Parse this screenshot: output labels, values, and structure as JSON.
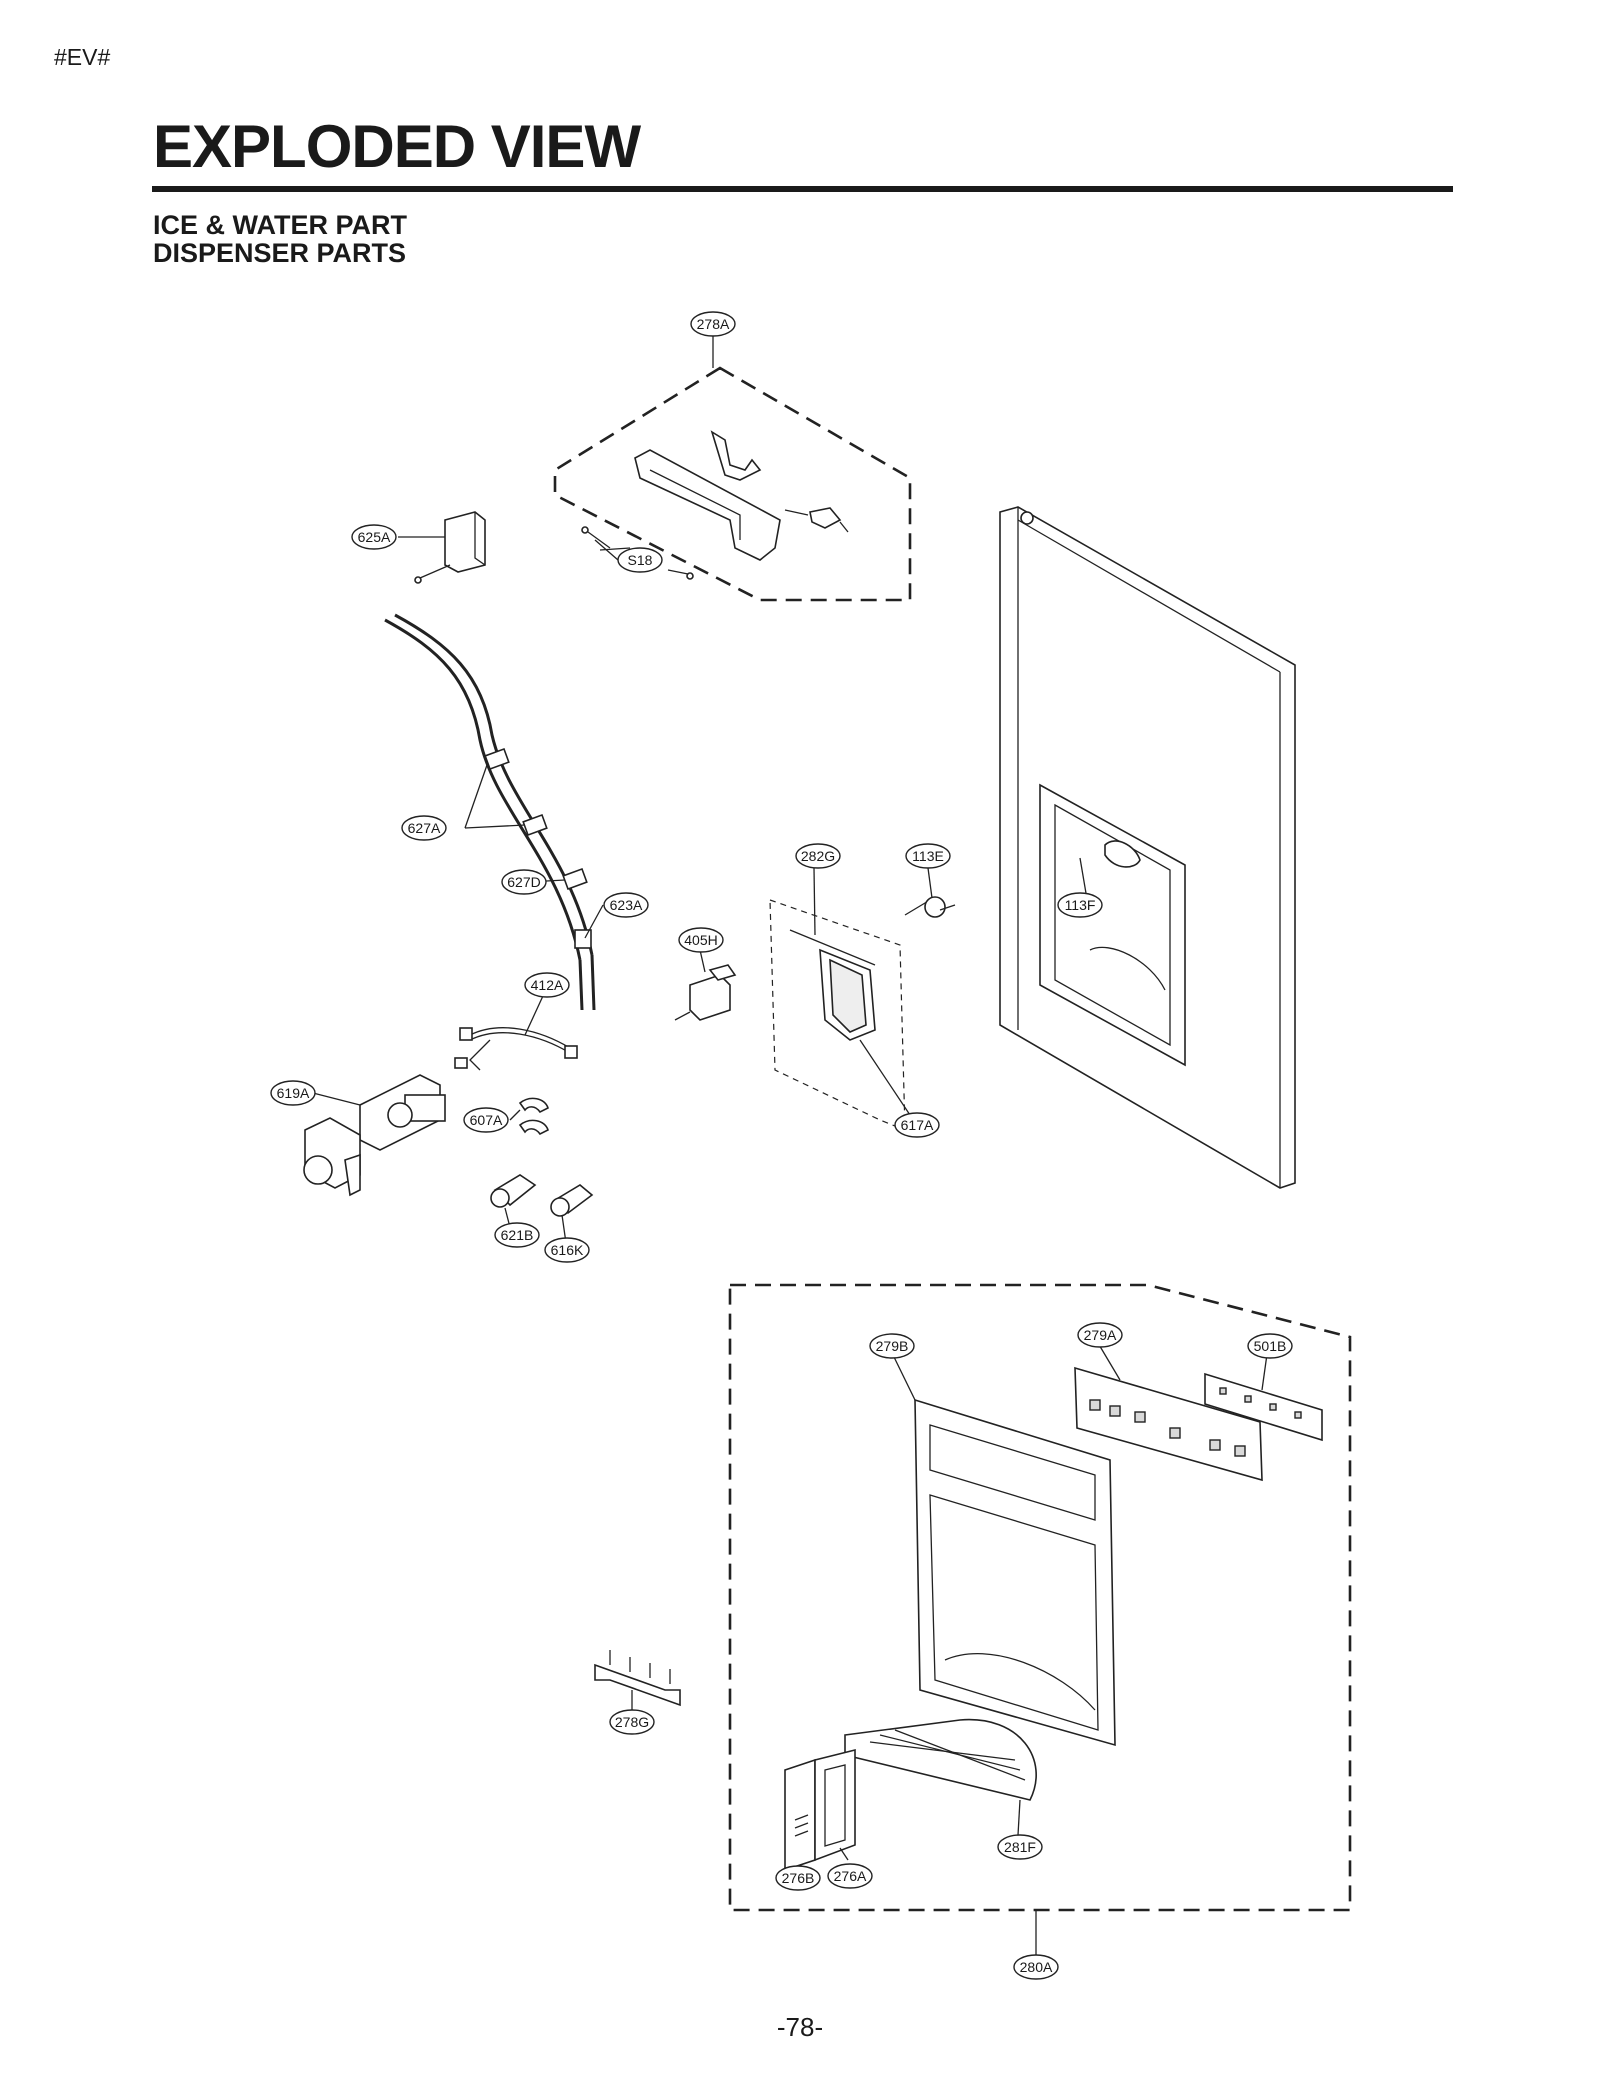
{
  "header": {
    "doc_id": "#EV#",
    "title": "EXPLODED VIEW",
    "subtitle_line1": "ICE & WATER PART",
    "subtitle_line2": "DISPENSER PARTS"
  },
  "callouts": [
    {
      "id": "278A",
      "label": "278A"
    },
    {
      "id": "625A",
      "label": "625A"
    },
    {
      "id": "S18",
      "label": "S18"
    },
    {
      "id": "627A",
      "label": "627A"
    },
    {
      "id": "627D",
      "label": "627D"
    },
    {
      "id": "623A",
      "label": "623A"
    },
    {
      "id": "412A",
      "label": "412A"
    },
    {
      "id": "619A",
      "label": "619A"
    },
    {
      "id": "607A",
      "label": "607A"
    },
    {
      "id": "621B",
      "label": "621B"
    },
    {
      "id": "616K",
      "label": "616K"
    },
    {
      "id": "282G",
      "label": "282G"
    },
    {
      "id": "113E",
      "label": "113E"
    },
    {
      "id": "113F",
      "label": "113F"
    },
    {
      "id": "405H",
      "label": "405H"
    },
    {
      "id": "617A",
      "label": "617A"
    },
    {
      "id": "279B",
      "label": "279B"
    },
    {
      "id": "279A",
      "label": "279A"
    },
    {
      "id": "501B",
      "label": "501B"
    },
    {
      "id": "278G",
      "label": "278G"
    },
    {
      "id": "281F",
      "label": "281F"
    },
    {
      "id": "276B",
      "label": "276B"
    },
    {
      "id": "276A",
      "label": "276A"
    },
    {
      "id": "280A",
      "label": "280A"
    }
  ],
  "footer": {
    "page_number": "-78-"
  }
}
